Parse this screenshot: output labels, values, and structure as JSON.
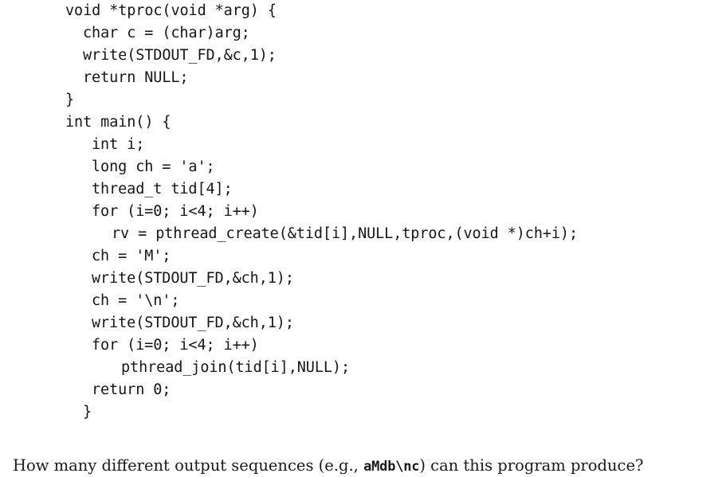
{
  "document": {
    "background_color": "#ffffff",
    "text_color": "#1a1a1a"
  },
  "code_listing": {
    "language": "C",
    "lines": [
      {
        "indent": 0,
        "text": "void *tproc(void *arg) {"
      },
      {
        "indent": 2,
        "text": "char c = (char)arg;"
      },
      {
        "indent": 2,
        "text": "write(STDOUT_FD,&c,1);"
      },
      {
        "indent": 2,
        "text": "return NULL;"
      },
      {
        "indent": 0,
        "text": "}"
      },
      {
        "indent": 0,
        "text": "int main() {"
      },
      {
        "indent": 3,
        "text": "int i;"
      },
      {
        "indent": 3,
        "text": "long ch = 'a';"
      },
      {
        "indent": 3,
        "text": "thread_t tid[4];"
      },
      {
        "indent": 3,
        "text": "for (i=0; i<4; i++)"
      },
      {
        "indent": 6,
        "text": "rv = pthread_create(&tid[i],NULL,tproc,(void *)ch+i);"
      },
      {
        "indent": 3,
        "text": "ch = 'M';"
      },
      {
        "indent": 3,
        "text": "write(STDOUT_FD,&ch,1);"
      },
      {
        "indent": 3,
        "text": "ch = '\\n';"
      },
      {
        "indent": 3,
        "text": "write(STDOUT_FD,&ch,1);"
      },
      {
        "indent": 3,
        "text": "for (i=0; i<4; i++)"
      },
      {
        "indent": 7,
        "text": "pthread_join(tid[i],NULL);"
      },
      {
        "indent": 3,
        "text": "return 0;"
      },
      {
        "indent": 2,
        "text": "}"
      }
    ]
  },
  "question": {
    "prefix": "How many different output sequences (e.g., ",
    "example": "aMdb\\nc",
    "suffix": ") can this program produce?"
  }
}
